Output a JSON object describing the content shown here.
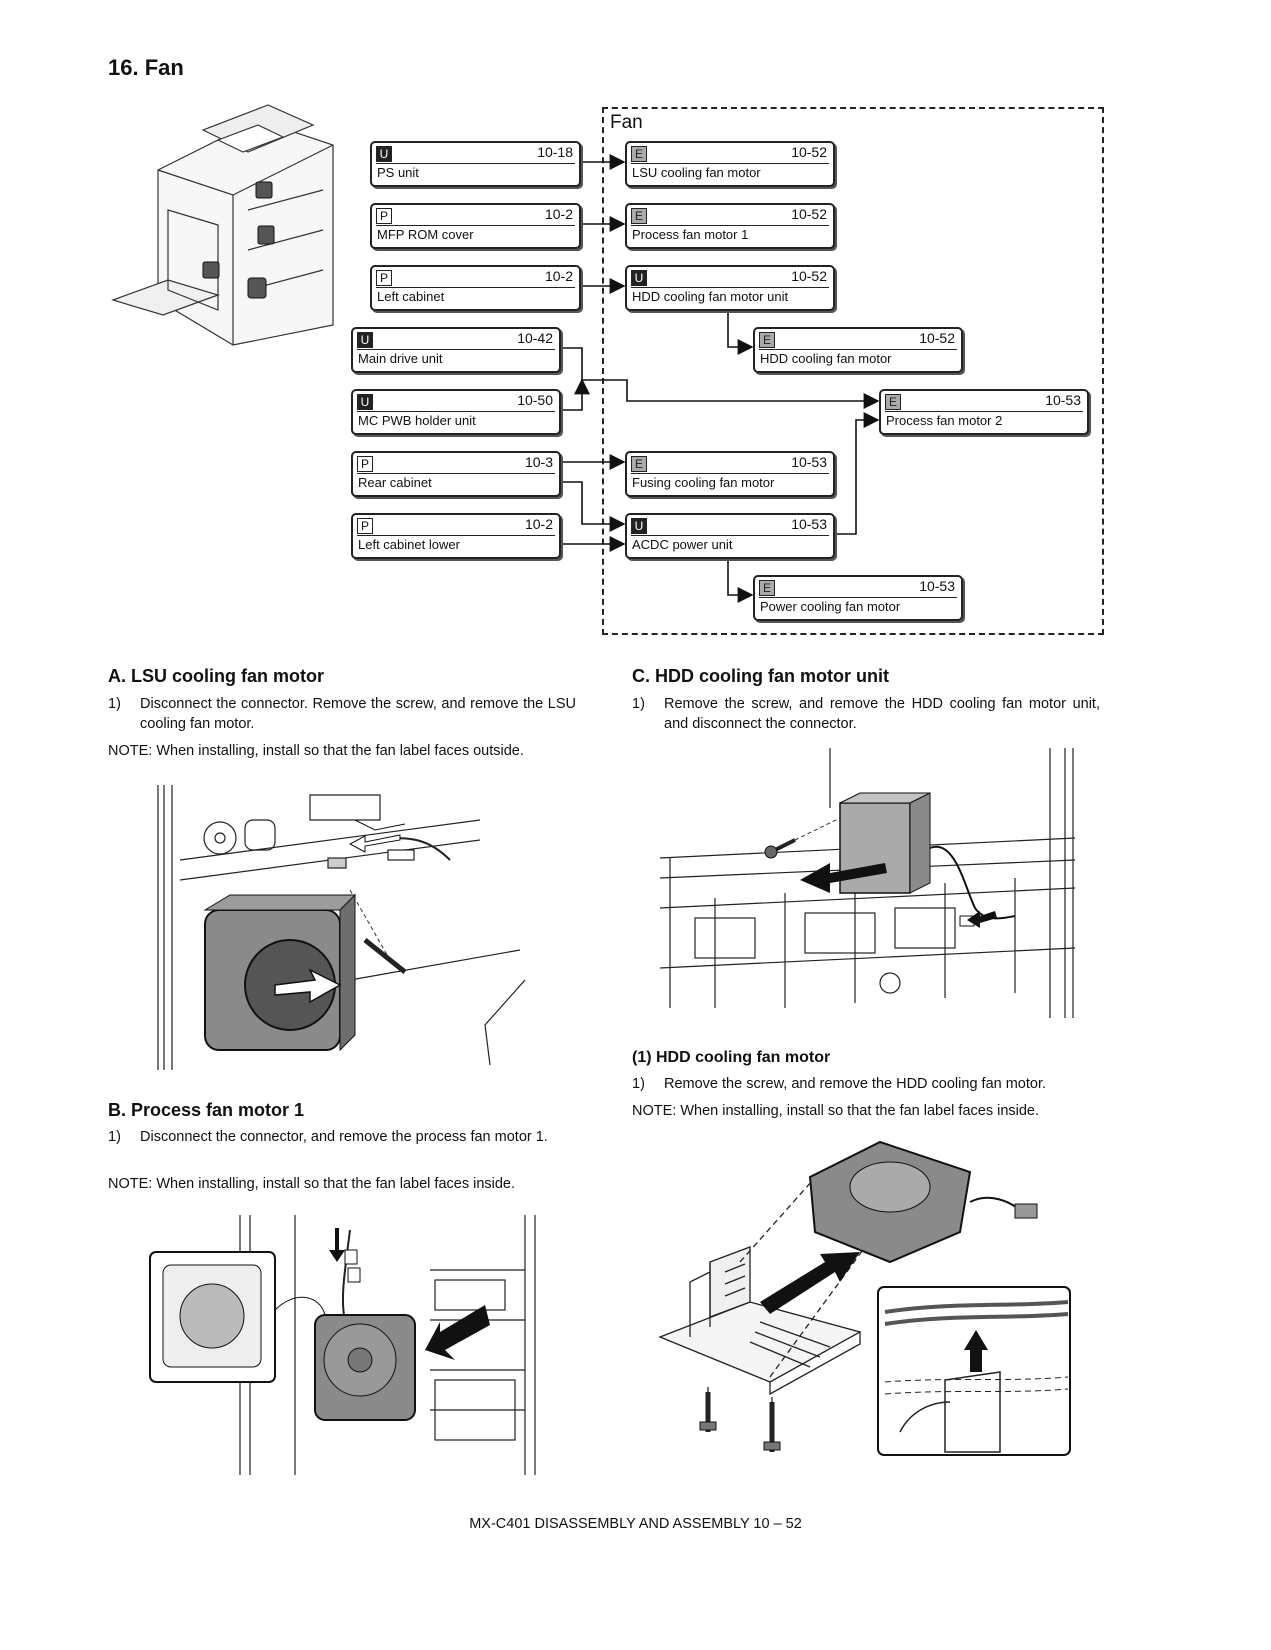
{
  "page_title": "16. Fan",
  "flow": {
    "group_label": "Fan",
    "nodes": [
      {
        "id": "ps",
        "badge": "U",
        "ref": "10-18",
        "name": "PS unit"
      },
      {
        "id": "mfp",
        "badge": "P",
        "ref": "10-2",
        "name": "MFP ROM cover"
      },
      {
        "id": "leftcab",
        "badge": "P",
        "ref": "10-2",
        "name": "Left cabinet"
      },
      {
        "id": "maindrive",
        "badge": "U",
        "ref": "10-42",
        "name": "Main drive unit"
      },
      {
        "id": "mcpwb",
        "badge": "U",
        "ref": "10-50",
        "name": "MC PWB holder unit"
      },
      {
        "id": "rearcab",
        "badge": "P",
        "ref": "10-3",
        "name": "Rear cabinet"
      },
      {
        "id": "leftlower",
        "badge": "P",
        "ref": "10-2",
        "name": "Left cabinet lower"
      },
      {
        "id": "lsu",
        "badge": "E",
        "ref": "10-52",
        "name": "LSU cooling fan motor"
      },
      {
        "id": "pfm1",
        "badge": "E",
        "ref": "10-52",
        "name": "Process fan motor 1"
      },
      {
        "id": "hddunit",
        "badge": "U",
        "ref": "10-52",
        "name": "HDD cooling fan motor unit"
      },
      {
        "id": "hddfan",
        "badge": "E",
        "ref": "10-52",
        "name": "HDD cooling fan motor"
      },
      {
        "id": "pfm2",
        "badge": "E",
        "ref": "10-53",
        "name": "Process fan motor 2"
      },
      {
        "id": "fusing",
        "badge": "E",
        "ref": "10-53",
        "name": "Fusing cooling fan motor"
      },
      {
        "id": "acdc",
        "badge": "U",
        "ref": "10-53",
        "name": "ACDC power unit"
      },
      {
        "id": "power",
        "badge": "E",
        "ref": "10-53",
        "name": "Power cooling fan motor"
      }
    ]
  },
  "section_a": {
    "heading": "A.  LSU cooling fan motor",
    "step_num": "1)",
    "step_text": "Disconnect the connector. Remove the screw, and remove the LSU cooling fan motor.",
    "note": "NOTE:  When installing, install so that the fan label faces outside."
  },
  "section_b": {
    "heading": "B.  Process fan motor 1",
    "step_num": "1)",
    "step_text": "Disconnect the connector, and remove the process fan motor 1.",
    "note": "NOTE:  When installing, install so that the fan label faces inside."
  },
  "section_c": {
    "heading": "C.  HDD cooling fan motor unit",
    "step_num": "1)",
    "step_text": "Remove the screw, and remove the HDD cooling fan motor unit, and disconnect the connector."
  },
  "section_c1": {
    "heading": "(1)    HDD cooling fan motor",
    "step_num": "1)",
    "step_text": "Remove the screw, and remove the HDD cooling fan motor.",
    "note": "NOTE:  When installing, install so that the fan label faces inside."
  },
  "footer": "MX-C401  DISASSEMBLY AND ASSEMBLY  10 – 52"
}
